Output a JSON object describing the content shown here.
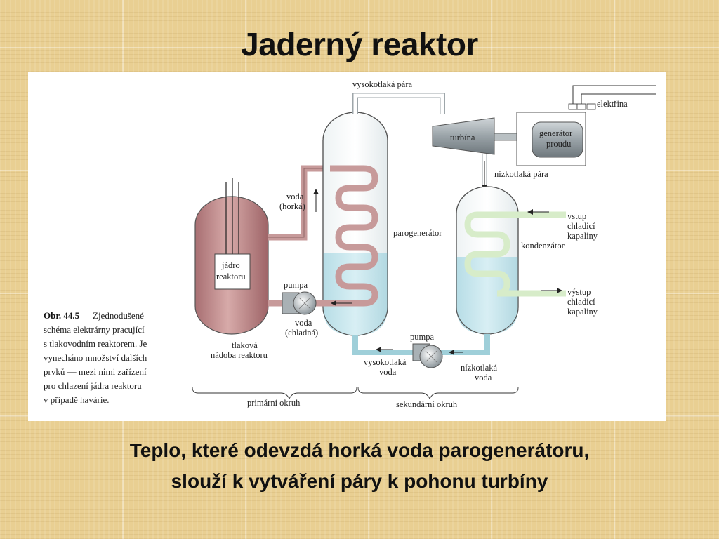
{
  "slide": {
    "title": "Jaderný reaktor",
    "bottom_text_line1": "Teplo, které odevzdá horká voda parogenerátoru,",
    "bottom_text_line2": "slouží k vytváření páry k pohonu turbíny"
  },
  "diagram": {
    "labels": {
      "high_pressure_steam": "vysokotlaká pára",
      "electricity": "elektřina",
      "turbine": "turbína",
      "generator_line1": "generátor",
      "generator_line2": "proudu",
      "low_pressure_steam": "nízkotlaká pára",
      "hot_water_line1": "voda",
      "hot_water_line2": "(horká)",
      "steam_generator": "parogenerátor",
      "core_line1": "jádro",
      "core_line2": "reaktoru",
      "pump_primary": "pumpa",
      "cold_water_line1": "voda",
      "cold_water_line2": "(chladná)",
      "vessel_line1": "tlaková",
      "vessel_line2": "nádoba reaktoru",
      "coolant_in_line1": "vstup",
      "coolant_in_line2": "chladicí",
      "coolant_in_line3": "kapaliny",
      "condenser": "kondenzátor",
      "coolant_out_line1": "výstup",
      "coolant_out_line2": "chladicí",
      "coolant_out_line3": "kapaliny",
      "pump_secondary": "pumpa",
      "hp_water_line1": "vysokotlaká",
      "hp_water_line2": "voda",
      "lp_water_line1": "nízkotlaká",
      "lp_water_line2": "voda",
      "primary_circuit": "primární okruh",
      "secondary_circuit": "sekundární okruh"
    },
    "caption": {
      "number": "Obr. 44.5",
      "line1": "Zjednodušené",
      "line2": "schéma elektrárny pracující",
      "line3": "s tlakovodním reaktorem. Je",
      "line4": "vynecháno množství dalších",
      "line5": "prvků — mezi nimi zařízení",
      "line6": "pro chlazení jádra reaktoru",
      "line7": "v případě havárie."
    },
    "colors": {
      "primary_water": "#c79a9a",
      "steam_generator_water": "#cfe9ef",
      "condenser_coolant": "#d7ecc9",
      "outline": "#555555"
    }
  }
}
